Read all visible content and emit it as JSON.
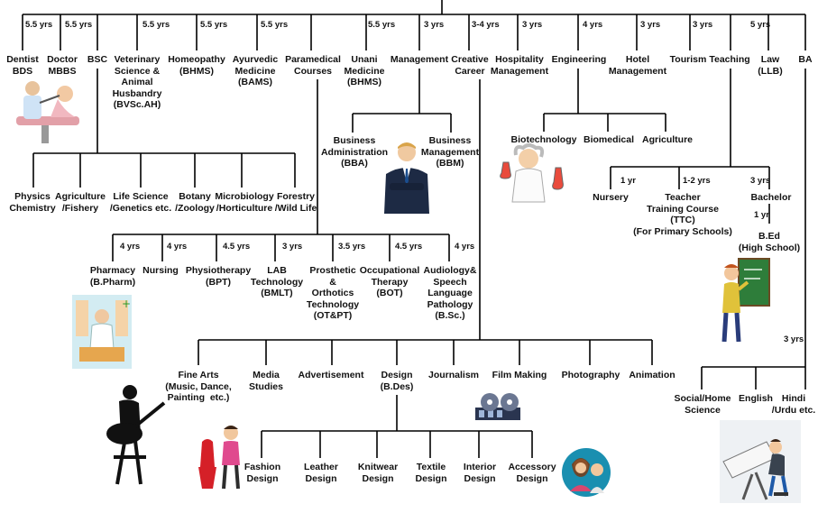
{
  "durations": {
    "dentist": "5.5 yrs",
    "doctor": "5.5 yrs",
    "veterinary": "5.5 yrs",
    "homeopathy": "5.5 yrs",
    "ayurvedic": "5.5 yrs",
    "unani": "5.5 yrs",
    "management": "3 yrs",
    "creative": "3-4 yrs",
    "hospitality": "3 yrs",
    "engineering": "4 yrs",
    "hotel": "3 yrs",
    "tourism": "3 yrs",
    "law": "5 yrs",
    "pharmacy": "4 yrs",
    "nursing": "4 yrs",
    "physio": "4.5 yrs",
    "lab": "3 yrs",
    "prosthetic": "3.5 yrs",
    "occupational": "4.5 yrs",
    "audiology": "4 yrs",
    "nursery": "1 yr",
    "ttc": "1-2 yrs",
    "bachelor": "3 yrs",
    "bed": "1 yr",
    "ba": "3 yrs"
  },
  "top_courses": {
    "dentist": "Dentist\nBDS",
    "doctor": "Doctor\nMBBS",
    "bsc": "BSC",
    "veterinary": "Veterinary\nScience &\nAnimal\nHusbandry\n(BVSc.AH)",
    "homeopathy": "Homeopathy\n(BHMS)",
    "ayurvedic": "Ayurvedic\nMedicine\n(BAMS)",
    "paramedical": "Paramedical\nCourses",
    "unani": "Unani\nMedicine\n(BHMS)",
    "management": "Management",
    "creative": "Creative\nCareer",
    "hospitality": "Hospitality\nManagement",
    "engineering": "Engineering",
    "hotel": "Hotel\nManagement",
    "tourism": "Tourism",
    "teaching": "Teaching",
    "law": "Law\n(LLB)",
    "ba": "BA"
  },
  "bsc_branches": {
    "physics": "Physics\nChemistry",
    "agriculture": "Agriculture\n/Fishery",
    "life_science": "Life Science\n/Genetics etc.",
    "botany": "Botany\n/Zoology",
    "microbiology": "Microbiology\n/Horticulture",
    "forestry": "Forestry\n/Wild Life"
  },
  "management_branches": {
    "bba": "Business\nAdministration\n(BBA)",
    "bbm": "Business\nManagement\n(BBM)"
  },
  "engineering_branches": {
    "biotech": "Biotechnology",
    "biomedical": "Biomedical",
    "agriculture": "Agriculture"
  },
  "teaching_branches": {
    "nursery": "Nursery",
    "ttc": "Teacher\nTraining Course\n(TTC)\n(For Primary Schools)",
    "bachelor": "Bachelor",
    "bed": "B.Ed\n(High School)"
  },
  "paramedical_branches": {
    "pharmacy": "Pharmacy\n(B.Pharm)",
    "nursing": "Nursing",
    "physio": "Physiotherapy\n(BPT)",
    "lab": "LAB\nTechnology\n(BMLT)",
    "prosthetic": "Prosthetic\n&\nOrthotics\nTechnology\n(OT&PT)",
    "occupational": "Occupational\nTherapy\n(BOT)",
    "audiology": "Audiology&\nSpeech\nLanguage\nPathology\n(B.Sc.)"
  },
  "creative_branches": {
    "fine_arts": "Fine Arts\n(Music, Dance,\nPainting  etc.)",
    "media": "Media\nStudies",
    "advertisement": "Advertisement",
    "design": "Design\n(B.Des)",
    "journalism": "Journalism",
    "film": "Film Making",
    "photography": "Photography",
    "animation": "Animation"
  },
  "design_branches": {
    "fashion": "Fashion\nDesign",
    "leather": "Leather\nDesign",
    "knitwear": "Knitwear\nDesign",
    "textile": "Textile\nDesign",
    "interior": "Interior\nDesign",
    "accessory": "Accessory\nDesign"
  },
  "ba_branches": {
    "social": "Social/Home\nScience",
    "english": "English",
    "hindi": "Hindi\n/Urdu etc."
  },
  "illustrations": {
    "dentist": "dentist-illustration",
    "businessman": "businessman-illustration",
    "scientist": "scientist-illustration",
    "teacher": "teacher-illustration",
    "pharmacist": "pharmacist-illustration",
    "guitarist": "guitarist-illustration",
    "film": "film-reel-illustration",
    "designer": "fashion-designer-illustration",
    "accessory": "accessory-designer-illustration",
    "draftsman": "drafting-table-illustration"
  }
}
